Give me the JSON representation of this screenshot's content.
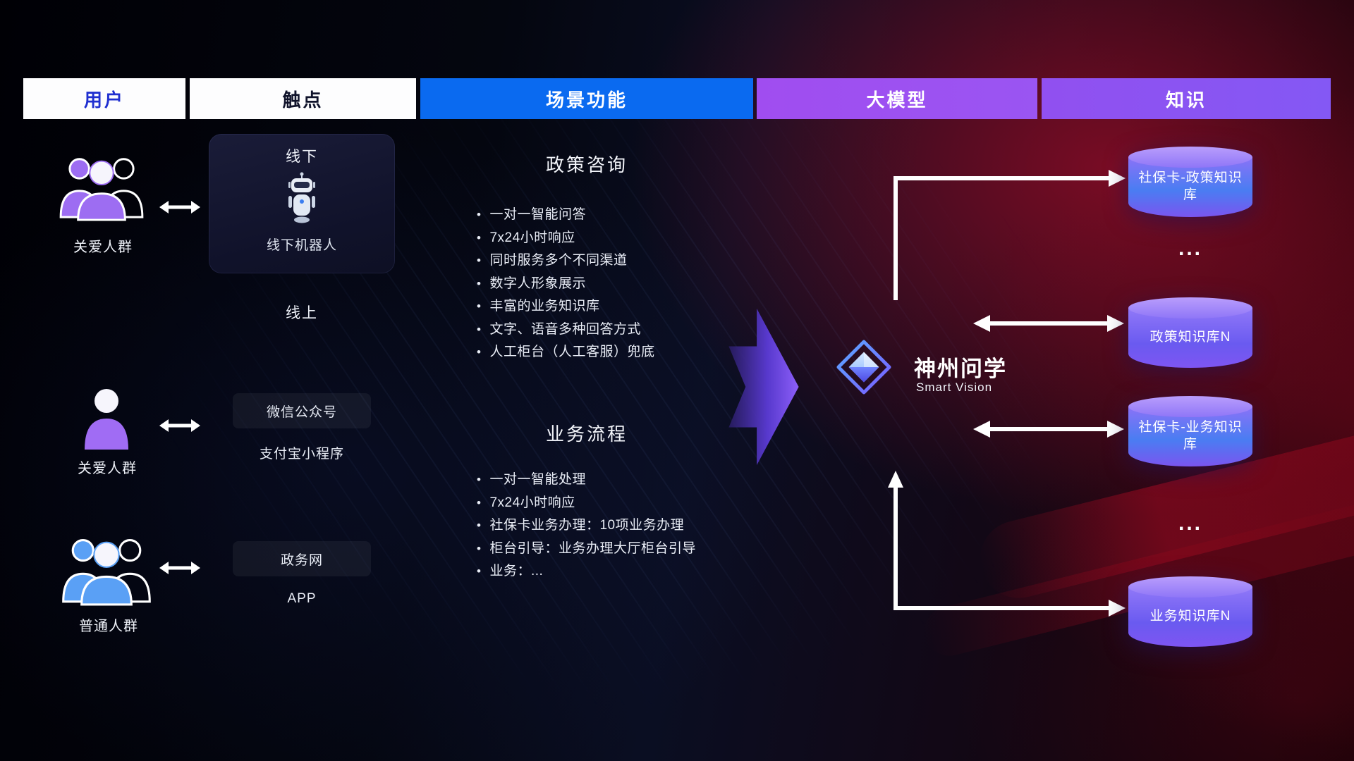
{
  "colors": {
    "scene_header_blue": "#0a6af0",
    "model_header_purple": "#a04df0",
    "knowledge_header_purple": "#9150f0",
    "user_header_text_blue": "#1f2fd0",
    "red_glow": "#c41030",
    "cylinder_purple": "#8a72f7",
    "cylinder_blue": "#4a7df2",
    "arrow_white": "#ffffff"
  },
  "header": {
    "columns": [
      {
        "label": "用户"
      },
      {
        "label": "触点"
      },
      {
        "label": "场景功能"
      },
      {
        "label": "大模型"
      },
      {
        "label": "知识"
      }
    ]
  },
  "users": {
    "groups": [
      {
        "label": "关爱人群",
        "icon": "users-group-purple-icon"
      },
      {
        "label": "关爱人群",
        "icon": "user-purple-icon"
      },
      {
        "label": "普通人群",
        "icon": "users-group-blue-icon"
      }
    ]
  },
  "touchpoints": {
    "offline_title": "线下",
    "offline_device": "线下机器人",
    "online_title": "线上",
    "channels": [
      "微信公众号",
      "支付宝小程序",
      "政务网",
      "APP"
    ]
  },
  "scenes": {
    "sections": [
      {
        "title": "政策咨询",
        "bullets": [
          "一对一智能问答",
          "7x24小时响应",
          "同时服务多个不同渠道",
          "数字人形象展示",
          "丰富的业务知识库",
          "文字、语音多种回答方式",
          "人工柜台（人工客服）兜底"
        ]
      },
      {
        "title": "业务流程",
        "bullets": [
          "一对一智能处理",
          "7x24小时响应",
          "社保卡业务办理：10项业务办理",
          "柜台引导：业务办理大厅柜台引导",
          "业务：..."
        ]
      }
    ]
  },
  "model": {
    "brand": "神州问学",
    "subtitle": "Smart Vision"
  },
  "knowledge": {
    "databases": [
      {
        "label": "社保卡-政策知识库"
      },
      {
        "label": "政策知识库N"
      },
      {
        "label": "社保卡-业务知识库"
      },
      {
        "label": "业务知识库N"
      }
    ],
    "ellipsis": "..."
  }
}
